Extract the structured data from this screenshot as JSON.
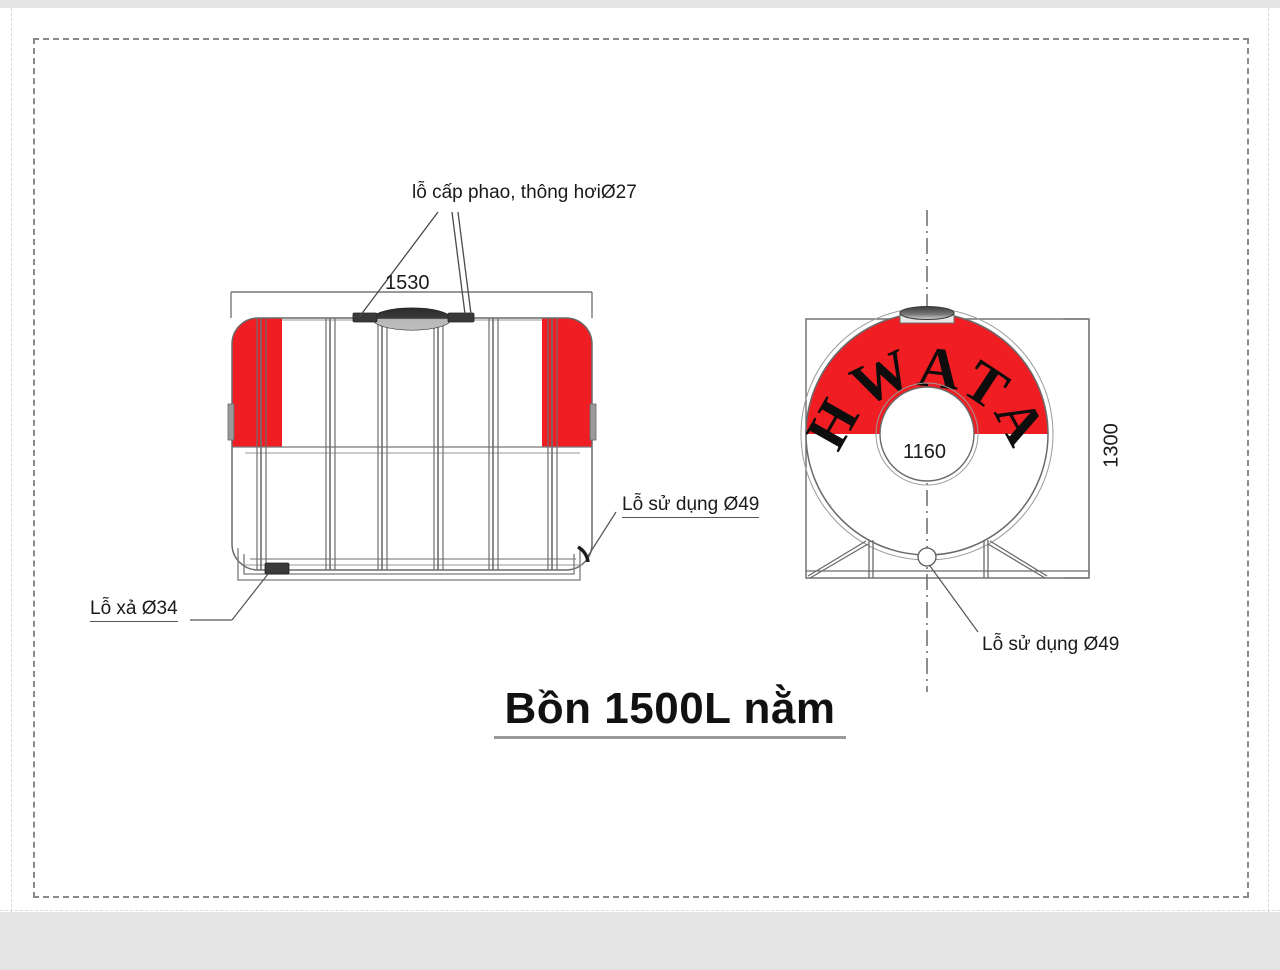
{
  "sheet": {
    "background": "#ffffff",
    "page_background": "#e4e4e4",
    "frame_style": "dashed",
    "frame_color": "#8a8a8a"
  },
  "colors": {
    "tank_red": "#F01E23",
    "outline": "#555555",
    "line_light": "#888888",
    "text": "#1a1a1a",
    "title_rule": "#9a9a9a"
  },
  "title": {
    "text": "Bồn 1500L nằm"
  },
  "annotations": {
    "float_vent": "lỗ cấp phao, thông hơiØ27",
    "length_dim": "1530",
    "outlet_side": "Lỗ sử dụng Ø49",
    "drain": "Lỗ xả Ø34",
    "height_dim": "1300",
    "diameter_dim": "1160",
    "outlet_end": "Lỗ sử dụng Ø49"
  },
  "brand": {
    "logo_text": "HWATA",
    "logo_letters": [
      "H",
      "W",
      "A",
      "T",
      "A"
    ]
  },
  "views": {
    "side_view": {
      "name": "side-elevation",
      "length_mm": 1530,
      "ribs": 5
    },
    "end_view": {
      "name": "end-elevation",
      "height_mm": 1300,
      "diameter_mm": 1160
    }
  }
}
